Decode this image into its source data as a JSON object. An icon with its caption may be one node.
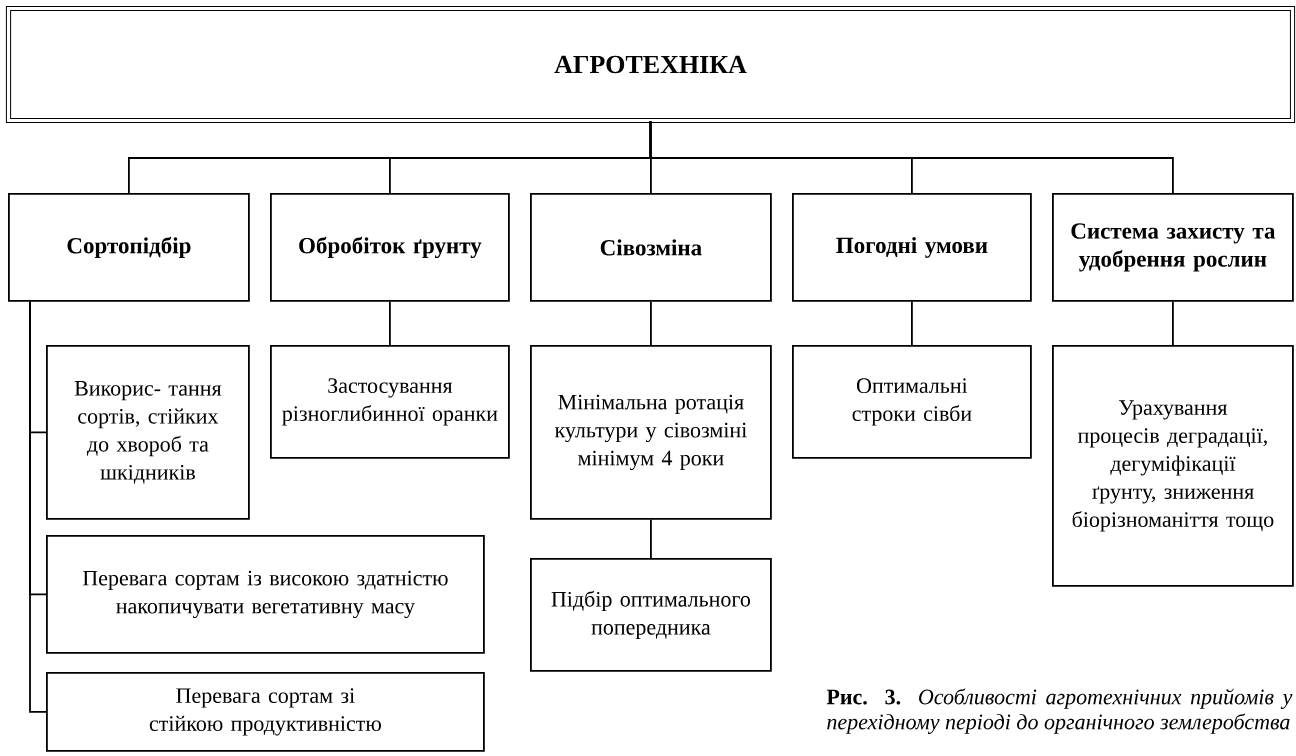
{
  "diagram": {
    "caption": "**Рис. 3.** *Особливості агротехнічних прийомів у перехідному періоді до органічного землеробства*",
    "nodes": [
      {
        "text": [
          "АГРОТЕХНІКА"
        ]
      },
      {
        "text": [
          "Сортопідбір"
        ]
      },
      {
        "text": [
          "Обробіток ґрунту"
        ]
      },
      {
        "text": [
          "Сівозміна"
        ]
      },
      {
        "text": [
          "Погодні умови"
        ]
      },
      {
        "text": [
          "Система захисту та удобрення рослин"
        ]
      },
      {
        "text": [
          "Викорис- тання сортів, стійких до хвороб та шкідників"
        ]
      },
      {
        "text": [
          "Застосування різноглибинної оранки"
        ]
      },
      {
        "text": [
          "Мінімальна ротація культури у сівозміні мінімум 4 роки"
        ]
      },
      {
        "text": [
          "Оптимальні строки сівби"
        ]
      },
      {
        "text": [
          "Урахування процесів деградації, дегуміфікації ґрунту, зниження біорізноманіття тощо"
        ]
      },
      {
        "text": [
          "Перевага сортам із високою здатністю накопичувати вегетативну масу"
        ]
      },
      {
        "text": [
          "Підбір оптимального попередника"
        ]
      },
      {
        "text": [
          "Перевага сортам зі стійкою продуктивністю"
        ]
      }
    ],
    "edges": [
      {
        "from": 0,
        "to": 1,
        "arrow": "none"
      },
      {
        "from": 0,
        "to": 2,
        "arrow": "none"
      },
      {
        "from": 0,
        "to": 3,
        "arrow": "none"
      },
      {
        "from": 0,
        "to": 4,
        "arrow": "none"
      },
      {
        "from": 0,
        "to": 5,
        "arrow": "none"
      },
      {
        "from": 1,
        "to": 6,
        "arrow": "none"
      },
      {
        "from": 2,
        "to": 7,
        "arrow": "none"
      },
      {
        "from": 3,
        "to": 8,
        "arrow": "none"
      },
      {
        "from": 4,
        "to": 9,
        "arrow": "none"
      },
      {
        "from": 5,
        "to": 10,
        "arrow": "none"
      },
      {
        "from": 1,
        "to": 11,
        "arrow": "none"
      },
      {
        "from": 8,
        "to": 12,
        "arrow": "none"
      },
      {
        "from": 1,
        "to": 13,
        "arrow": "none"
      }
    ]
  }
}
